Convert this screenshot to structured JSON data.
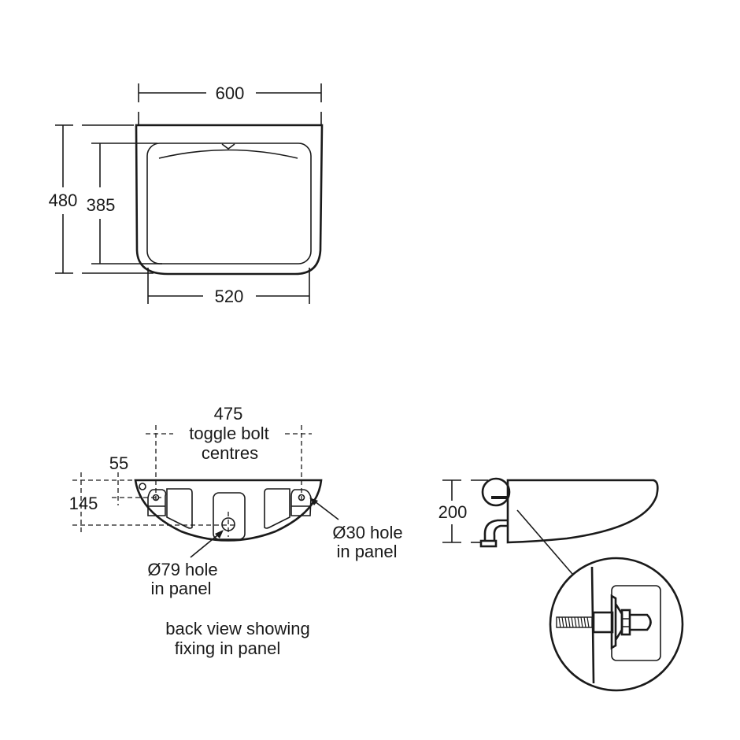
{
  "top_view": {
    "width_outer": "600",
    "depth_outer": "480",
    "depth_bowl": "385",
    "width_bowl": "520"
  },
  "back_view": {
    "bolt_centres_value": "475",
    "bolt_centres_line1": "toggle bolt",
    "bolt_centres_line2": "centres",
    "offset_55": "55",
    "offset_145": "145",
    "hole30_line1": "Ø30 hole",
    "hole30_line2": "in panel",
    "hole79_line1": "Ø79 hole",
    "hole79_line2": "in panel",
    "caption_line1": "back view showing",
    "caption_line2": "fixing in panel"
  },
  "side_view": {
    "height": "200"
  }
}
